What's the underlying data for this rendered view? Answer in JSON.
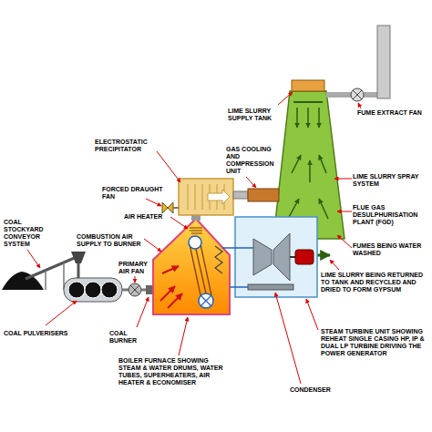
{
  "diagram": {
    "labels": [
      "FUME EXTRACT FAN",
      "LIME SLURRY SUPPLY TANK",
      "ELECTROSTATIC PRECIPITATOR",
      "GAS COOLING AND COMPRESSION UNIT",
      "LIME SLURRY SPRAY SYSTEM",
      "FORCED DRAUGHT FAN",
      "FLUE GAS DESULPHURISATION PLANT (FGD)",
      "AIR HEATER",
      "COAL STOCKYARD CONVEYOR SYSTEM",
      "COMBUSTION AIR SUPPLY TO BURNER",
      "FUMES BEING WATER WASHED",
      "PRIMARY AIR FAN",
      "LIME SLURRY BEING RETURNED TO TANK AND RECYCLED AND DRIED TO FORM GYPSUM",
      "COAL PULVERISERS",
      "COAL BURNER",
      "STEAM TURBINE UNIT SHOWING REHEAT SINGLE CASING HP, IP & DUAL LP TURBINE DRIVING THE POWER GENERATOR",
      "BOILER FURNACE SHOWING STEAM & WATER DRUMS, WATER TUBES, SUPERHEATERS, AIR HEATER & ECONOMISER",
      "CONDENSER"
    ]
  }
}
